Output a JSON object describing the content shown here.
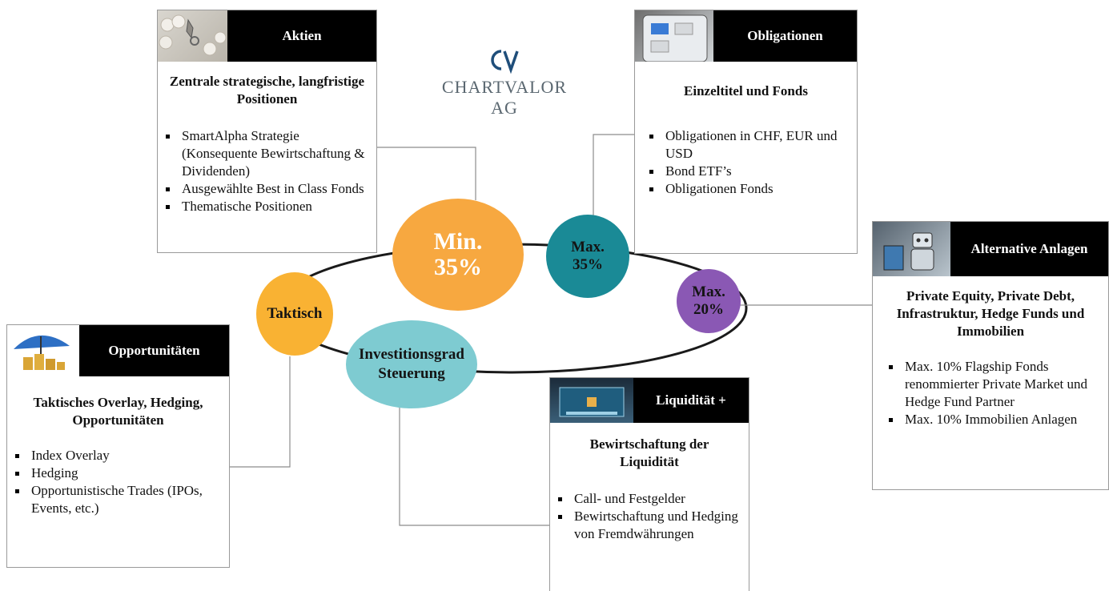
{
  "logo": {
    "name": "CHARTVALOR AG"
  },
  "cards": {
    "aktien": {
      "title": "Aktien",
      "subtitle": "Zentrale strategische, langfristige Positionen",
      "items": [
        "SmartAlpha Strategie (Konsequente Bewirtschaftung & Dividenden)",
        "Ausgewählte Best in Class Fonds",
        "Thematische Positionen"
      ]
    },
    "obligationen": {
      "title": "Obligationen",
      "subtitle": "Einzeltitel und Fonds",
      "items": [
        "Obligationen in CHF, EUR und USD",
        "Bond ETF’s",
        "Obligationen Fonds"
      ]
    },
    "alternative": {
      "title": "Alternative Anlagen",
      "subtitle": "Private Equity, Private Debt, Infrastruktur, Hedge Funds und Immobilien",
      "items": [
        "Max. 10% Flagship Fonds renommierter Private Market und Hedge Fund Partner",
        "Max. 10% Immobilien Anlagen"
      ]
    },
    "opportunitaeten": {
      "title": "Opportunitäten",
      "subtitle": "Taktisches Overlay, Hedging, Opportunitäten",
      "items": [
        "Index Overlay",
        "Hedging",
        "Opportunistische Trades (IPOs, Events, etc.)"
      ]
    },
    "liquiditaet": {
      "title": "Liquidität +",
      "subtitle": "Bewirtschaftung der Liquidität",
      "items": [
        "Call- und Festgelder",
        "Bewirtschaftung und Hedging von Fremdwährungen"
      ]
    }
  },
  "bubbles": {
    "aktien": {
      "line1": "Min.",
      "line2": "35%",
      "color": "#f7a840"
    },
    "obligationen": {
      "line1": "Max.",
      "line2": "35%",
      "color": "#1a8a96"
    },
    "alternative": {
      "line1": "Max.",
      "line2": "20%",
      "color": "#8a58b4"
    },
    "taktisch": {
      "line1": "Taktisch",
      "color": "#f9b233"
    },
    "investitionsgrad": {
      "line1": "Investitionsgrad",
      "line2": "Steuerung",
      "color": "#7ecbd1"
    }
  },
  "colors": {
    "ring": "#1a1a1a",
    "connector": "#8c8c8c",
    "card_border": "#9a9a9a",
    "title_bg": "#000000"
  }
}
